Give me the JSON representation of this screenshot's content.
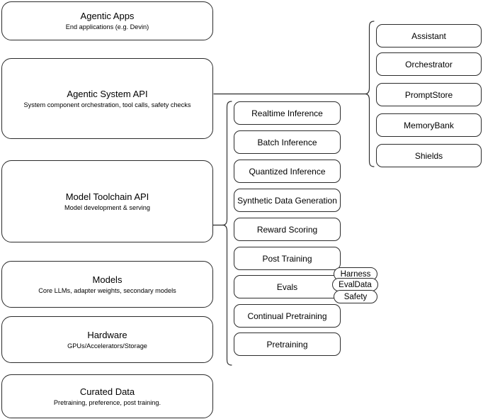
{
  "diagram": {
    "title": "AI stack layer diagram",
    "line_color": "#2b2b2b",
    "background": "#ffffff"
  },
  "left_stack": [
    {
      "id": "agentic-apps",
      "title": "Agentic Apps",
      "subtitle": "End applications (e.g. Devin)"
    },
    {
      "id": "agentic-system-api",
      "title": "Agentic System API",
      "subtitle": "System component orchestration, tool calls, safety checks"
    },
    {
      "id": "model-toolchain-api",
      "title": "Model Toolchain API",
      "subtitle": "Model development & serving"
    },
    {
      "id": "models",
      "title": "Models",
      "subtitle": "Core LLMs, adapter weights, secondary models"
    },
    {
      "id": "hardware",
      "title": "Hardware",
      "subtitle": "GPUs/Accelerators/Storage"
    },
    {
      "id": "curated-data",
      "title": "Curated Data",
      "subtitle": "Pretraining, preference, post training."
    }
  ],
  "toolchain_capabilities": [
    {
      "id": "realtime-inference",
      "label": "Realtime Inference"
    },
    {
      "id": "batch-inference",
      "label": "Batch Inference"
    },
    {
      "id": "quantized-inference",
      "label": "Quantized Inference"
    },
    {
      "id": "synthetic-data-generation",
      "label": "Synthetic Data Generation"
    },
    {
      "id": "reward-scoring",
      "label": "Reward Scoring"
    },
    {
      "id": "post-training",
      "label": "Post Training"
    },
    {
      "id": "evals",
      "label": "Evals"
    },
    {
      "id": "continual-pretraining",
      "label": "Continual Pretraining"
    },
    {
      "id": "pretraining",
      "label": "Pretraining"
    }
  ],
  "evals_tags": [
    {
      "id": "harness",
      "label": "Harness"
    },
    {
      "id": "evaldata",
      "label": "EvalData"
    },
    {
      "id": "safety",
      "label": "Safety"
    }
  ],
  "system_components": [
    {
      "id": "assistant",
      "label": "Assistant"
    },
    {
      "id": "orchestrator",
      "label": "Orchestrator"
    },
    {
      "id": "promptstore",
      "label": "PromptStore"
    },
    {
      "id": "memorybank",
      "label": "MemoryBank"
    },
    {
      "id": "shields",
      "label": "Shields"
    }
  ]
}
